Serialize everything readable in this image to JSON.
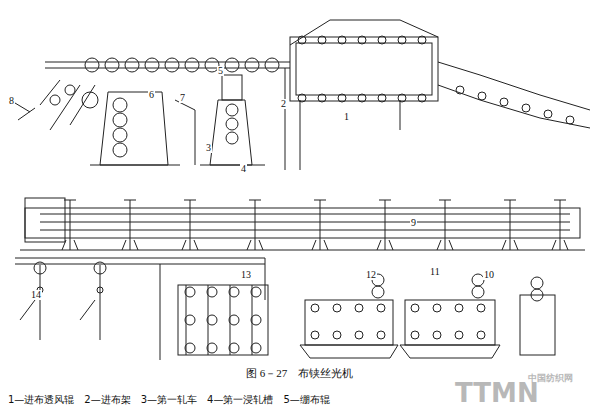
{
  "diagram": {
    "caption": "图 6－27　布铗丝光机",
    "labels": [
      "1",
      "2",
      "3",
      "4",
      "5",
      "6",
      "7",
      "8",
      "9",
      "10",
      "11",
      "12",
      "13",
      "14",
      "1—进布透风辊　2—进布架　3—第一轧车　4—第一浸轧槽　5—绷布辊",
      "TTMN",
      "中国纺织网"
    ]
  }
}
